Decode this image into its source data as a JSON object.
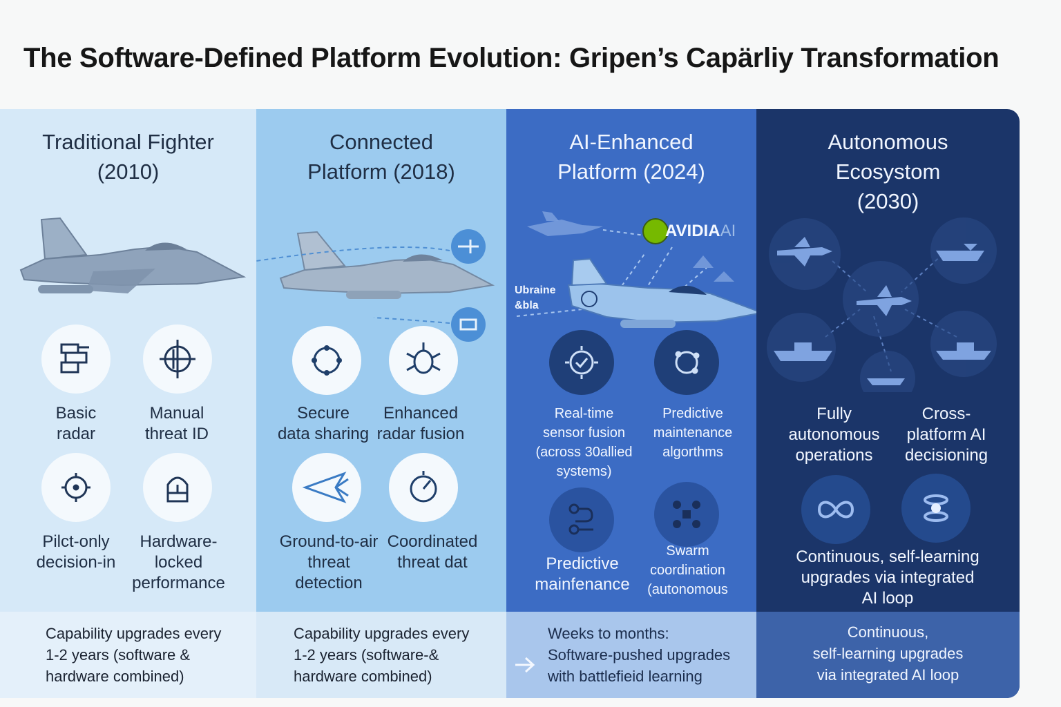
{
  "title": "The Software-Defined Platform Evolution: Gripen’s Capärliy Transformation",
  "columns": [
    {
      "title": "Traditional Fighter\n(2010)",
      "features": [
        {
          "label": "Basic\nradar",
          "icon": "radar-grid-icon"
        },
        {
          "label": "Manual\nthreat ID",
          "icon": "crosshair-icon"
        },
        {
          "label": "Pilct-only\ndecision-in",
          "icon": "target-icon"
        },
        {
          "label": "Hardware-\nlocked\nperformance",
          "icon": "lock-icon"
        }
      ],
      "footer": "Capability upgrades every\n1-2 years (software &\nhardware combined)"
    },
    {
      "title": "Connected\nPlatform (2018)",
      "features": [
        {
          "label": "Secure\ndata sharing",
          "icon": "network-ring-icon"
        },
        {
          "label": "Enhanced\nradar fusion",
          "icon": "fusion-icon"
        },
        {
          "label": "Ground-to-air\nthreat detection",
          "icon": "detection-icon"
        },
        {
          "label": "Coordinated\nthreat dat",
          "icon": "gauge-icon"
        }
      ],
      "footer": "Capability upgrades every\n1-2 years (software-&\nhardware combined)"
    },
    {
      "title": "AI-Enhanced\nPlatform (2024)",
      "features": [
        {
          "label": "Real-time\nsensor fusion\n(across 30allied\nsystems)",
          "icon": "check-target-icon"
        },
        {
          "label": "Predictive\nmaintenance\nalgorthms",
          "icon": "cycle-icon"
        },
        {
          "label": "Predictive\nmainfenance",
          "icon": "workflow-icon"
        },
        {
          "label": "Swarm\ncoordination\n(autonomous",
          "icon": "swarm-icon"
        }
      ],
      "badge": "AVIDIA",
      "badge_suffix": "AI",
      "map_label": "Ubraine\n&bla",
      "footer": "Weeks to months:\nSoftware-pushed upgrades\nwith battlefieid learning"
    },
    {
      "title": "Autonomous\nEcosystom\n(2030)",
      "features": [
        {
          "label": "Fully\nautonomous\noperations",
          "icon": ""
        },
        {
          "label": "Cross-\nplatform AI\ndecisioning",
          "icon": ""
        },
        {
          "label": "Continuous, self-learning\nupgrades via integrated\nAI loop",
          "icon": "infinity-icon"
        }
      ],
      "footer": "Continuous,\nself-learning upgrades\nvia integrated AI loop"
    }
  ],
  "colors": {
    "col1": "#d6e9f8",
    "col2": "#9ccbef",
    "col3": "#3c6cc4",
    "col4": "#1b3569",
    "nvidia_green": "#76b900"
  }
}
